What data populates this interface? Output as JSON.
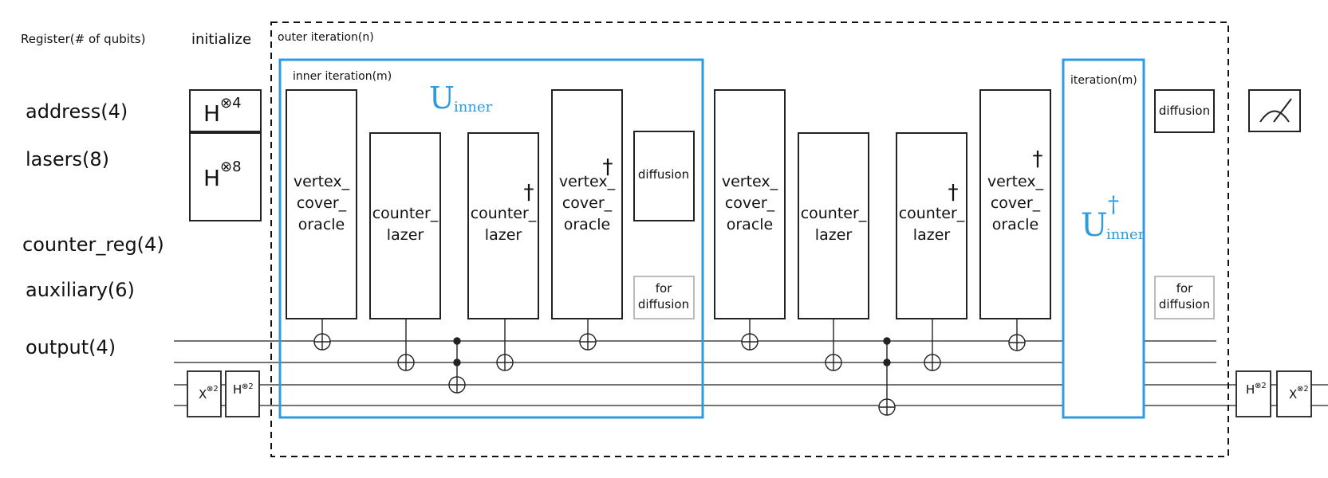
{
  "header": {
    "register_label": "Register(# of qubits)",
    "initialize_label": "initialize"
  },
  "registers": [
    {
      "label": "address(4)"
    },
    {
      "label": "lasers(8)"
    },
    {
      "label": "counter_reg(4)"
    },
    {
      "label": "auxiliary(6)"
    },
    {
      "label": "output(4)"
    }
  ],
  "init": {
    "h_address": {
      "base": "H",
      "sup": "⊗4"
    },
    "h_lasers": {
      "base": "H",
      "sup": "⊗8"
    },
    "x_ancilla": {
      "base": "X",
      "sup": "⊗2"
    },
    "h_ancilla": {
      "base": "H",
      "sup": "⊗2"
    }
  },
  "outer": {
    "label": "outer iteration(n)"
  },
  "inner": {
    "label": "inner iteration(m)",
    "u_symbol": "U",
    "u_sub": "inner",
    "gates": [
      {
        "lines": [
          "vertex_",
          "cover_",
          "oracle"
        ],
        "dagger": ""
      },
      {
        "lines": [
          "counter_",
          "lazer"
        ],
        "dagger": ""
      },
      {
        "lines": [
          "counter_",
          "lazer"
        ],
        "dagger": "†"
      },
      {
        "lines": [
          "vertex_",
          "cover_",
          "oracle"
        ],
        "dagger": "†"
      }
    ],
    "diffusion_label": "diffusion",
    "for_diffusion": [
      "for",
      "diffusion"
    ]
  },
  "second_block": {
    "gates": [
      {
        "lines": [
          "vertex_",
          "cover_",
          "oracle"
        ],
        "dagger": ""
      },
      {
        "lines": [
          "counter_",
          "lazer"
        ],
        "dagger": ""
      },
      {
        "lines": [
          "counter_",
          "lazer"
        ],
        "dagger": "†"
      },
      {
        "lines": [
          "vertex_",
          "cover_",
          "oracle"
        ],
        "dagger": "†"
      }
    ]
  },
  "uncompute": {
    "label": "iteration(m)",
    "u_symbol": "U",
    "u_dagger": "†",
    "u_sub": "inner"
  },
  "final": {
    "diffusion_label": "diffusion",
    "for_diffusion": [
      "for",
      "diffusion"
    ],
    "measure_icon": "meter-icon",
    "h_ancilla": {
      "base": "H",
      "sup": "⊗2"
    },
    "x_ancilla": {
      "base": "X",
      "sup": "⊗2"
    }
  },
  "colors": {
    "accent_blue": "#2d9be0",
    "line": "#222222",
    "gray_box": "#bbbbbb"
  }
}
